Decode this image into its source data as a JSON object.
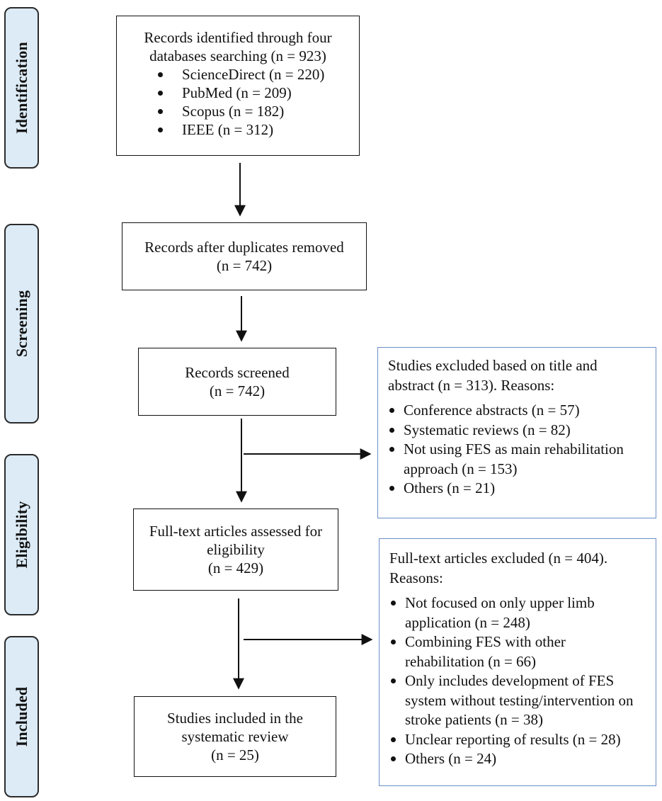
{
  "stages": {
    "identification": "Identification",
    "screening": "Screening",
    "eligibility": "Eligibility",
    "included": "Included"
  },
  "identified": {
    "title": "Records identified through four databases searching (n = 923)",
    "sources": [
      "ScienceDirect (n = 220)",
      "PubMed (n = 209)",
      "Scopus (n = 182)",
      "IEEE (n = 312)"
    ]
  },
  "duplicates_removed": {
    "label": "Records after duplicates removed",
    "count": "(n = 742)"
  },
  "screened": {
    "label": "Records screened",
    "count": "(n = 742)"
  },
  "excluded_title_abstract": {
    "heading": "Studies excluded based on title and abstract (n = 313). Reasons:",
    "reasons": [
      "Conference abstracts (n = 57)",
      "Systematic reviews (n = 82)",
      "Not using FES as main rehabilitation approach (n = 153)",
      "Others (n = 21)"
    ]
  },
  "fulltext_assessed": {
    "label": "Full-text articles assessed for eligibility",
    "count": "(n = 429)"
  },
  "fulltext_excluded": {
    "heading": "Full-text articles excluded (n = 404). Reasons:",
    "reasons": [
      "Not focused on only upper limb application (n = 248)",
      "Combining FES with other rehabilitation (n = 66)",
      "Only includes development of FES system without testing/intervention on stroke patients (n = 38)",
      "Unclear reporting of results (n = 28)",
      "Others (n = 24)"
    ]
  },
  "included": {
    "label": "Studies included in the systematic review",
    "count": "(n = 25)"
  }
}
